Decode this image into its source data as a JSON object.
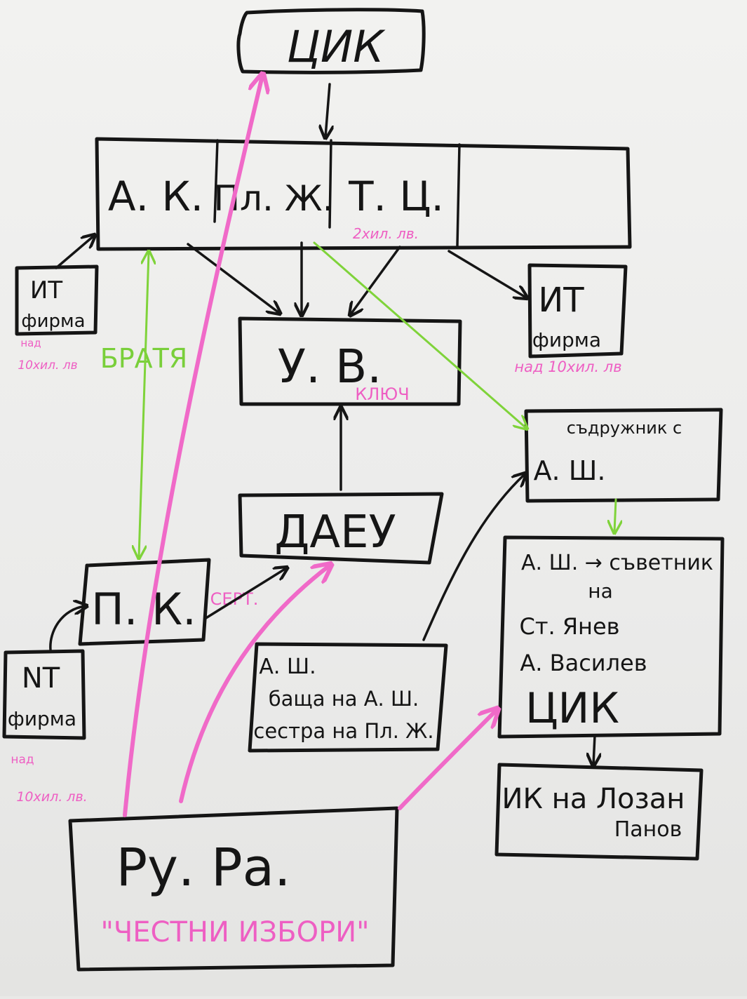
{
  "colors": {
    "ink": "#151515",
    "marker_pink": "#f06ac8",
    "marker_green": "#7fd33a",
    "paper": "#f0f0ee"
  },
  "nodes": {
    "cik_top": {
      "label": "ЦИК"
    },
    "people_row": {
      "cells": [
        "А. К.",
        "Пл. Ж.",
        "Т. Ц."
      ],
      "note": "2хил. лв."
    },
    "it_firm_left": {
      "label_line1": "ИТ",
      "label_line2": "фирма",
      "note_line1": "над",
      "note_line2": "10хил. лв"
    },
    "brothers_label": "БРАТЯ",
    "it_firm_right": {
      "label_line1": "ИТ",
      "label_line2": "фирма",
      "note": "над 10хил. лв"
    },
    "uv": {
      "label": "У. В.",
      "note": "КЛЮЧ"
    },
    "partner_box": {
      "line1": "съдружник с",
      "line2": "А. Ш."
    },
    "daeu": {
      "label": "ДАЕУ"
    },
    "advisor_box": {
      "line1": "А. Ш. → съветник",
      "line2": "на",
      "line3": "Ст. Янев",
      "line4": "А. Василев",
      "line5": "ЦИК"
    },
    "pk": {
      "label": "П. К.",
      "note": "СЕРТ."
    },
    "family_box": {
      "line1": "А. Ш.",
      "line2": "баща на А. Ш.",
      "line3": "сестра на Пл. Ж."
    },
    "nt_firm": {
      "label_line1": "NT",
      "label_line2": "фирма",
      "note_line1": "над",
      "note_line2": "10хил. лв."
    },
    "ik_box": {
      "line1": "ИК на Лозан",
      "line2": "Панов"
    },
    "rr_box": {
      "label": "Ру. Ра.",
      "slogan": "\"ЧЕСТНИ ИЗБОРИ\""
    }
  }
}
